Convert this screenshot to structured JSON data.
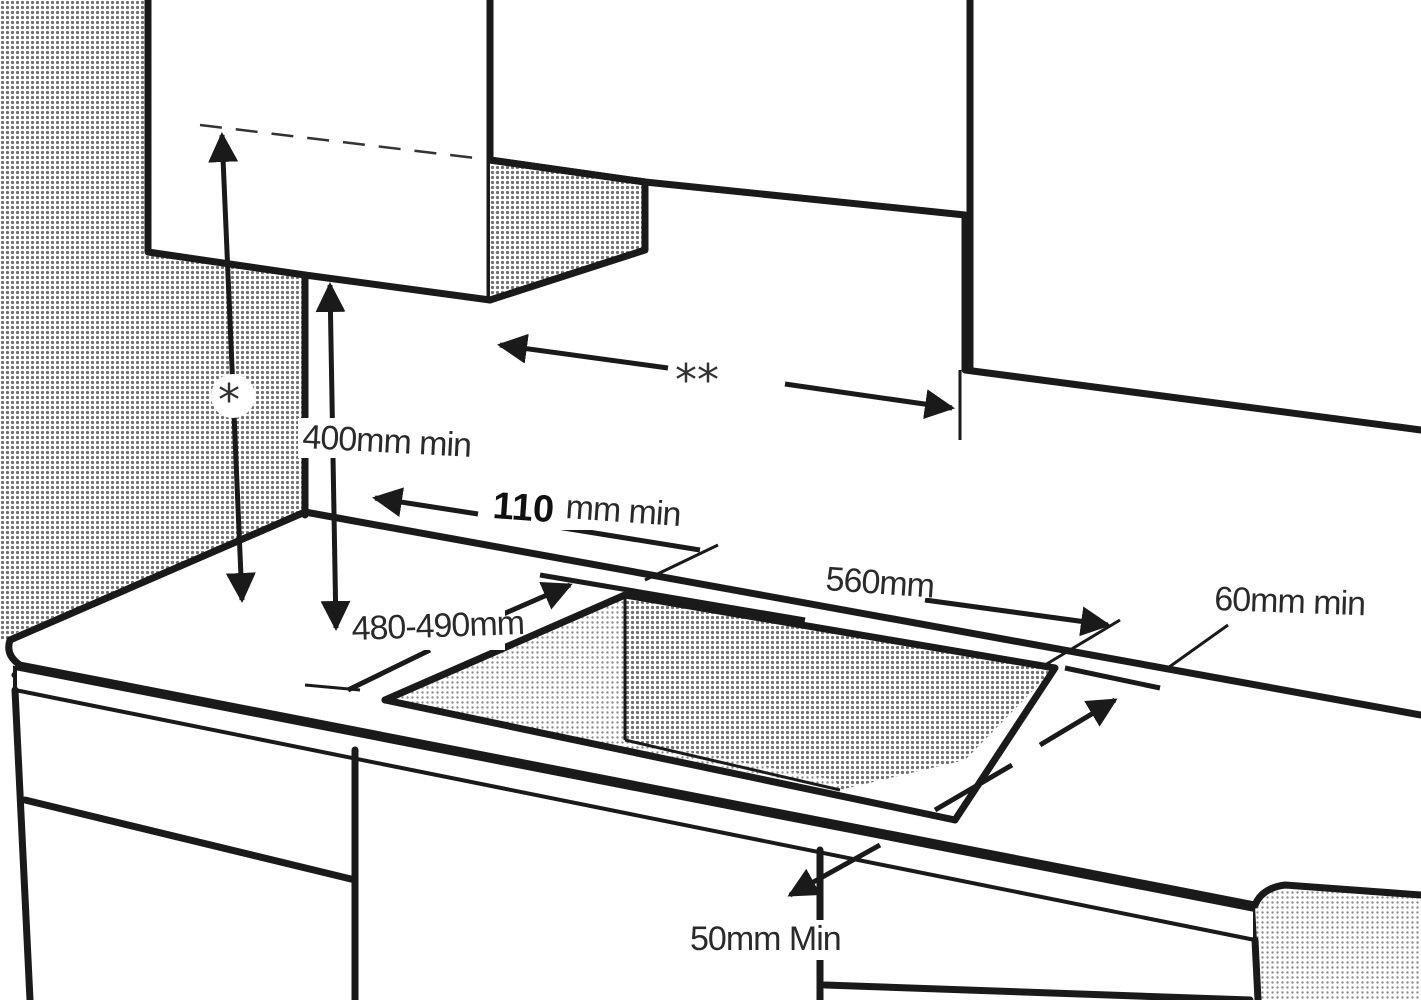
{
  "labels": {
    "wall_cabinet_height_marker": "*",
    "cabinet_gap_marker": "**",
    "min_clearance": "400mm min",
    "rear_gap_value": "110",
    "rear_gap_unit": "mm min",
    "cutout_width": "560mm",
    "side_gap": "60mm min",
    "cutout_depth": "480-490mm",
    "front_gap": "50mm Min"
  },
  "colors": {
    "line": "#1a1a1a",
    "shade": "#8a8a8a",
    "background": "#ffffff"
  }
}
